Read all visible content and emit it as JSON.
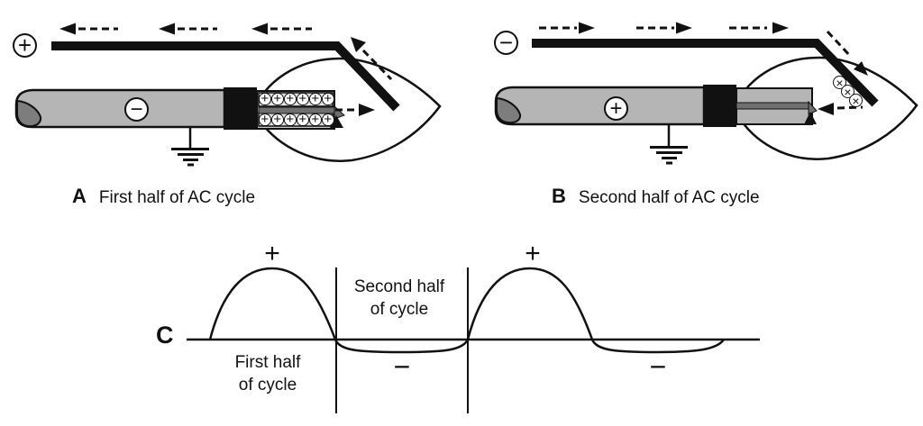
{
  "figure": {
    "background": "#ffffff",
    "ink": "#111111",
    "rod_gray": "#b5b5b5",
    "dark_blob_gray": "#7d7d7d",
    "stripe_gray": "#6f6f6f",
    "tip_gray": "#c8c8c8",
    "charge_row_gray": "#e2e2e2"
  },
  "panelA": {
    "label_letter": "A",
    "label_text": "First half of AC cycle",
    "terminal_sign": "+",
    "rod_sign": "−",
    "charge_symbol": "+"
  },
  "panelB": {
    "label_letter": "B",
    "label_text": "Second half of AC cycle",
    "terminal_sign": "−",
    "rod_sign": "+",
    "flux_symbol": "×"
  },
  "panelC": {
    "label_letter": "C",
    "plus_first": "+",
    "plus_second": "+",
    "minus_first": "−",
    "minus_second": "−",
    "first_half_line1": "First half",
    "first_half_line2": "of cycle",
    "second_half_line1": "Second half",
    "second_half_line2": "of cycle"
  },
  "chart_data": {
    "type": "line",
    "title": "",
    "xlabel": "",
    "ylabel": "",
    "baseline": 0,
    "relative_amplitude": {
      "positive_peak": 1.0,
      "negative_peak": -0.18
    },
    "segments": [
      "positive half-cycle",
      "shallow negative half-cycle",
      "positive half-cycle",
      "shallow negative half-cycle"
    ],
    "annotations": [
      "+",
      "−",
      "+",
      "−",
      "First half of cycle",
      "Second half of cycle"
    ]
  }
}
